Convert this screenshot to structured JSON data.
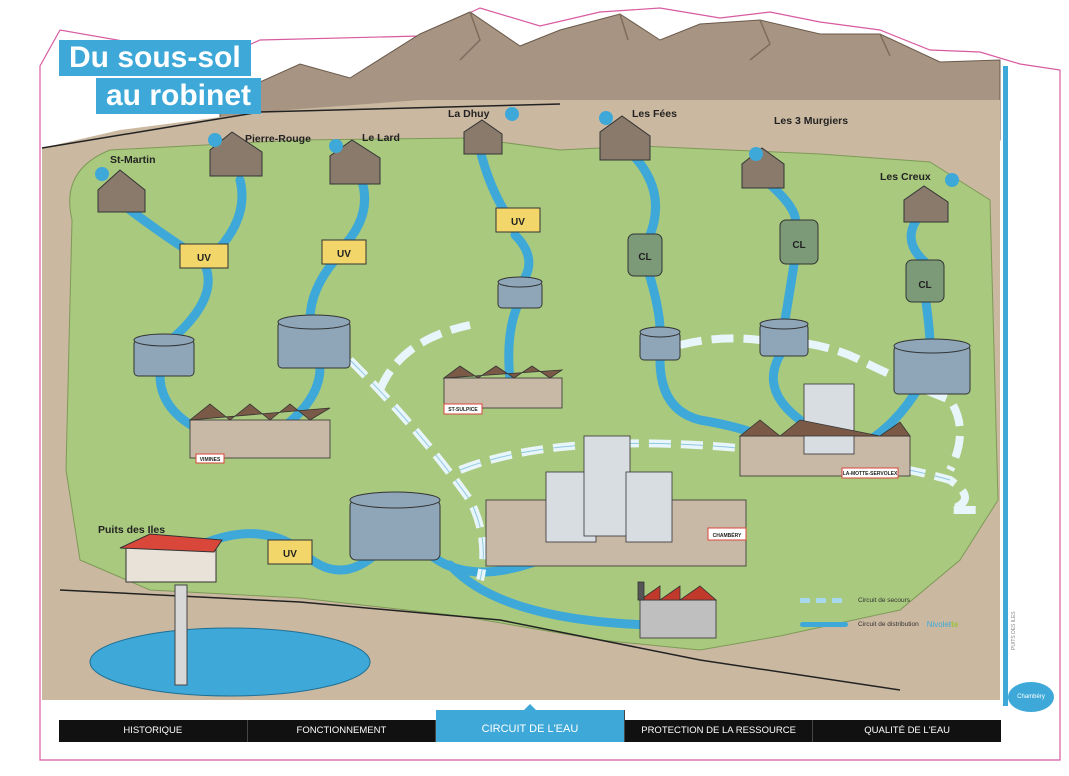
{
  "title": {
    "line1": "Du sous-sol",
    "line2": "au robinet"
  },
  "sources": [
    "St-Martin",
    "Pierre-Rouge",
    "Le Lard",
    "La Dhuy",
    "Les Fées",
    "Les 3 Murgiers",
    "Les Creux"
  ],
  "well": "Puits des Iles",
  "treatments": {
    "uv": "UV",
    "chlorine": "CL"
  },
  "towns": {
    "vimines": "VIMINES",
    "st_sulpice": "ST-SULPICE",
    "la_motte": "LA-MOTTE-SERVOLEX",
    "chambery": "CHAMBÉRY"
  },
  "legend": {
    "backup": "Circuit de secours",
    "distribution": "Circuit de distribution",
    "brand_a": "Nivolet",
    "brand_b": "te"
  },
  "nav": [
    "HISTORIQUE",
    "FONCTIONNEMENT",
    "CIRCUIT DE L'EAU",
    "PROTECTION DE LA RESSOURCE",
    "QUALITÉ DE L'EAU"
  ],
  "nav_active": 2,
  "side_text": "PUITS DES ILES",
  "logo_text": "Chambéry",
  "colors": {
    "water": "#3ea9d8",
    "backup": "#a8d8ec",
    "grass": "#a9c97e",
    "earth": "#cbb8a0",
    "mountain": "#a89482",
    "tank": "#8ea6b8"
  }
}
